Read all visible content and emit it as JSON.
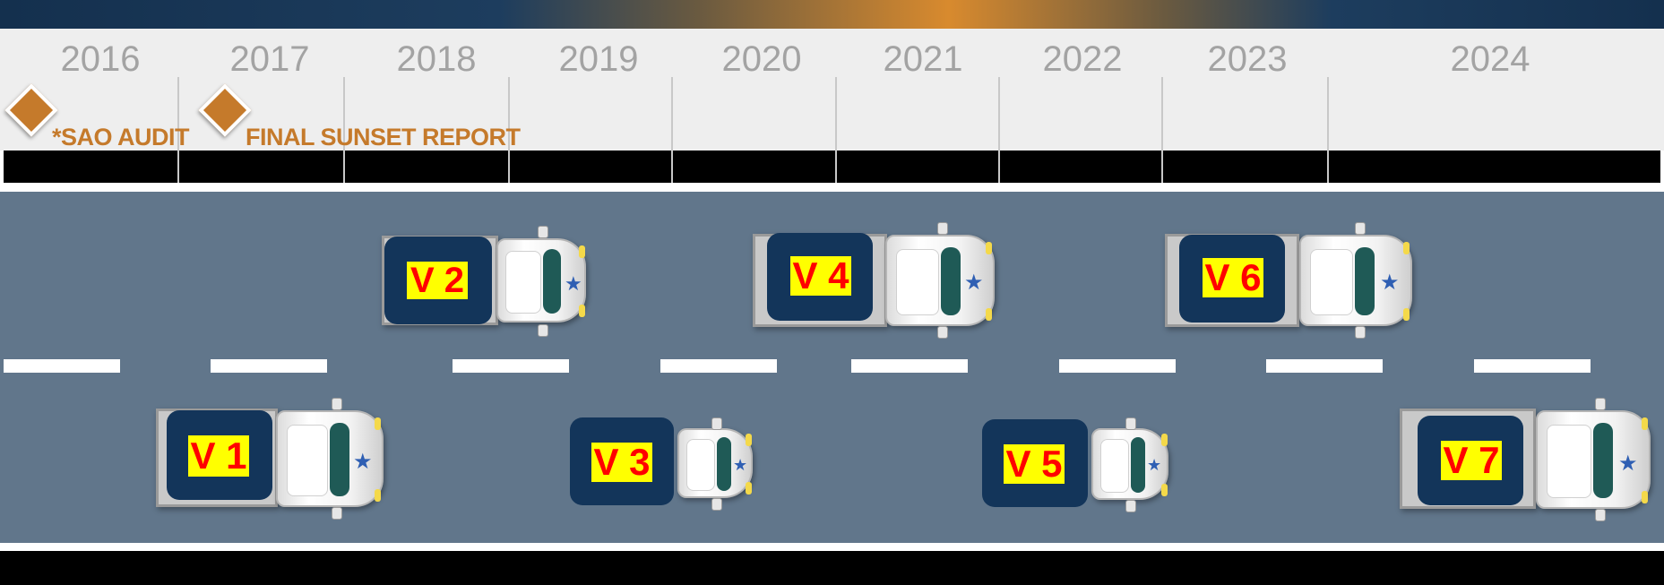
{
  "timeline": {
    "years": [
      "2016",
      "2017",
      "2018",
      "2019",
      "2020",
      "2021",
      "2022",
      "2023",
      "2024"
    ],
    "milestones": [
      {
        "label": "*SAO AUDIT",
        "icon": "diamond-icon",
        "color": "#c57a2b"
      },
      {
        "label": "FINAL SUNSET REPORT",
        "icon": "diamond-icon",
        "color": "#c57a2b"
      }
    ]
  },
  "road": {
    "color": "#61768b",
    "vehicles": [
      {
        "label": "V 1",
        "lane": "bottom"
      },
      {
        "label": "V 2",
        "lane": "top"
      },
      {
        "label": "V 3",
        "lane": "bottom"
      },
      {
        "label": "V 4",
        "lane": "top"
      },
      {
        "label": "V 5",
        "lane": "bottom"
      },
      {
        "label": "V 6",
        "lane": "top"
      },
      {
        "label": "V 7",
        "lane": "bottom"
      }
    ]
  },
  "colors": {
    "tag_background": "#ffff00",
    "tag_text": "#ff0000",
    "box_navy": "#13355a",
    "milestone_orange": "#c57a2b",
    "year_gray": "#a3a3a3"
  }
}
